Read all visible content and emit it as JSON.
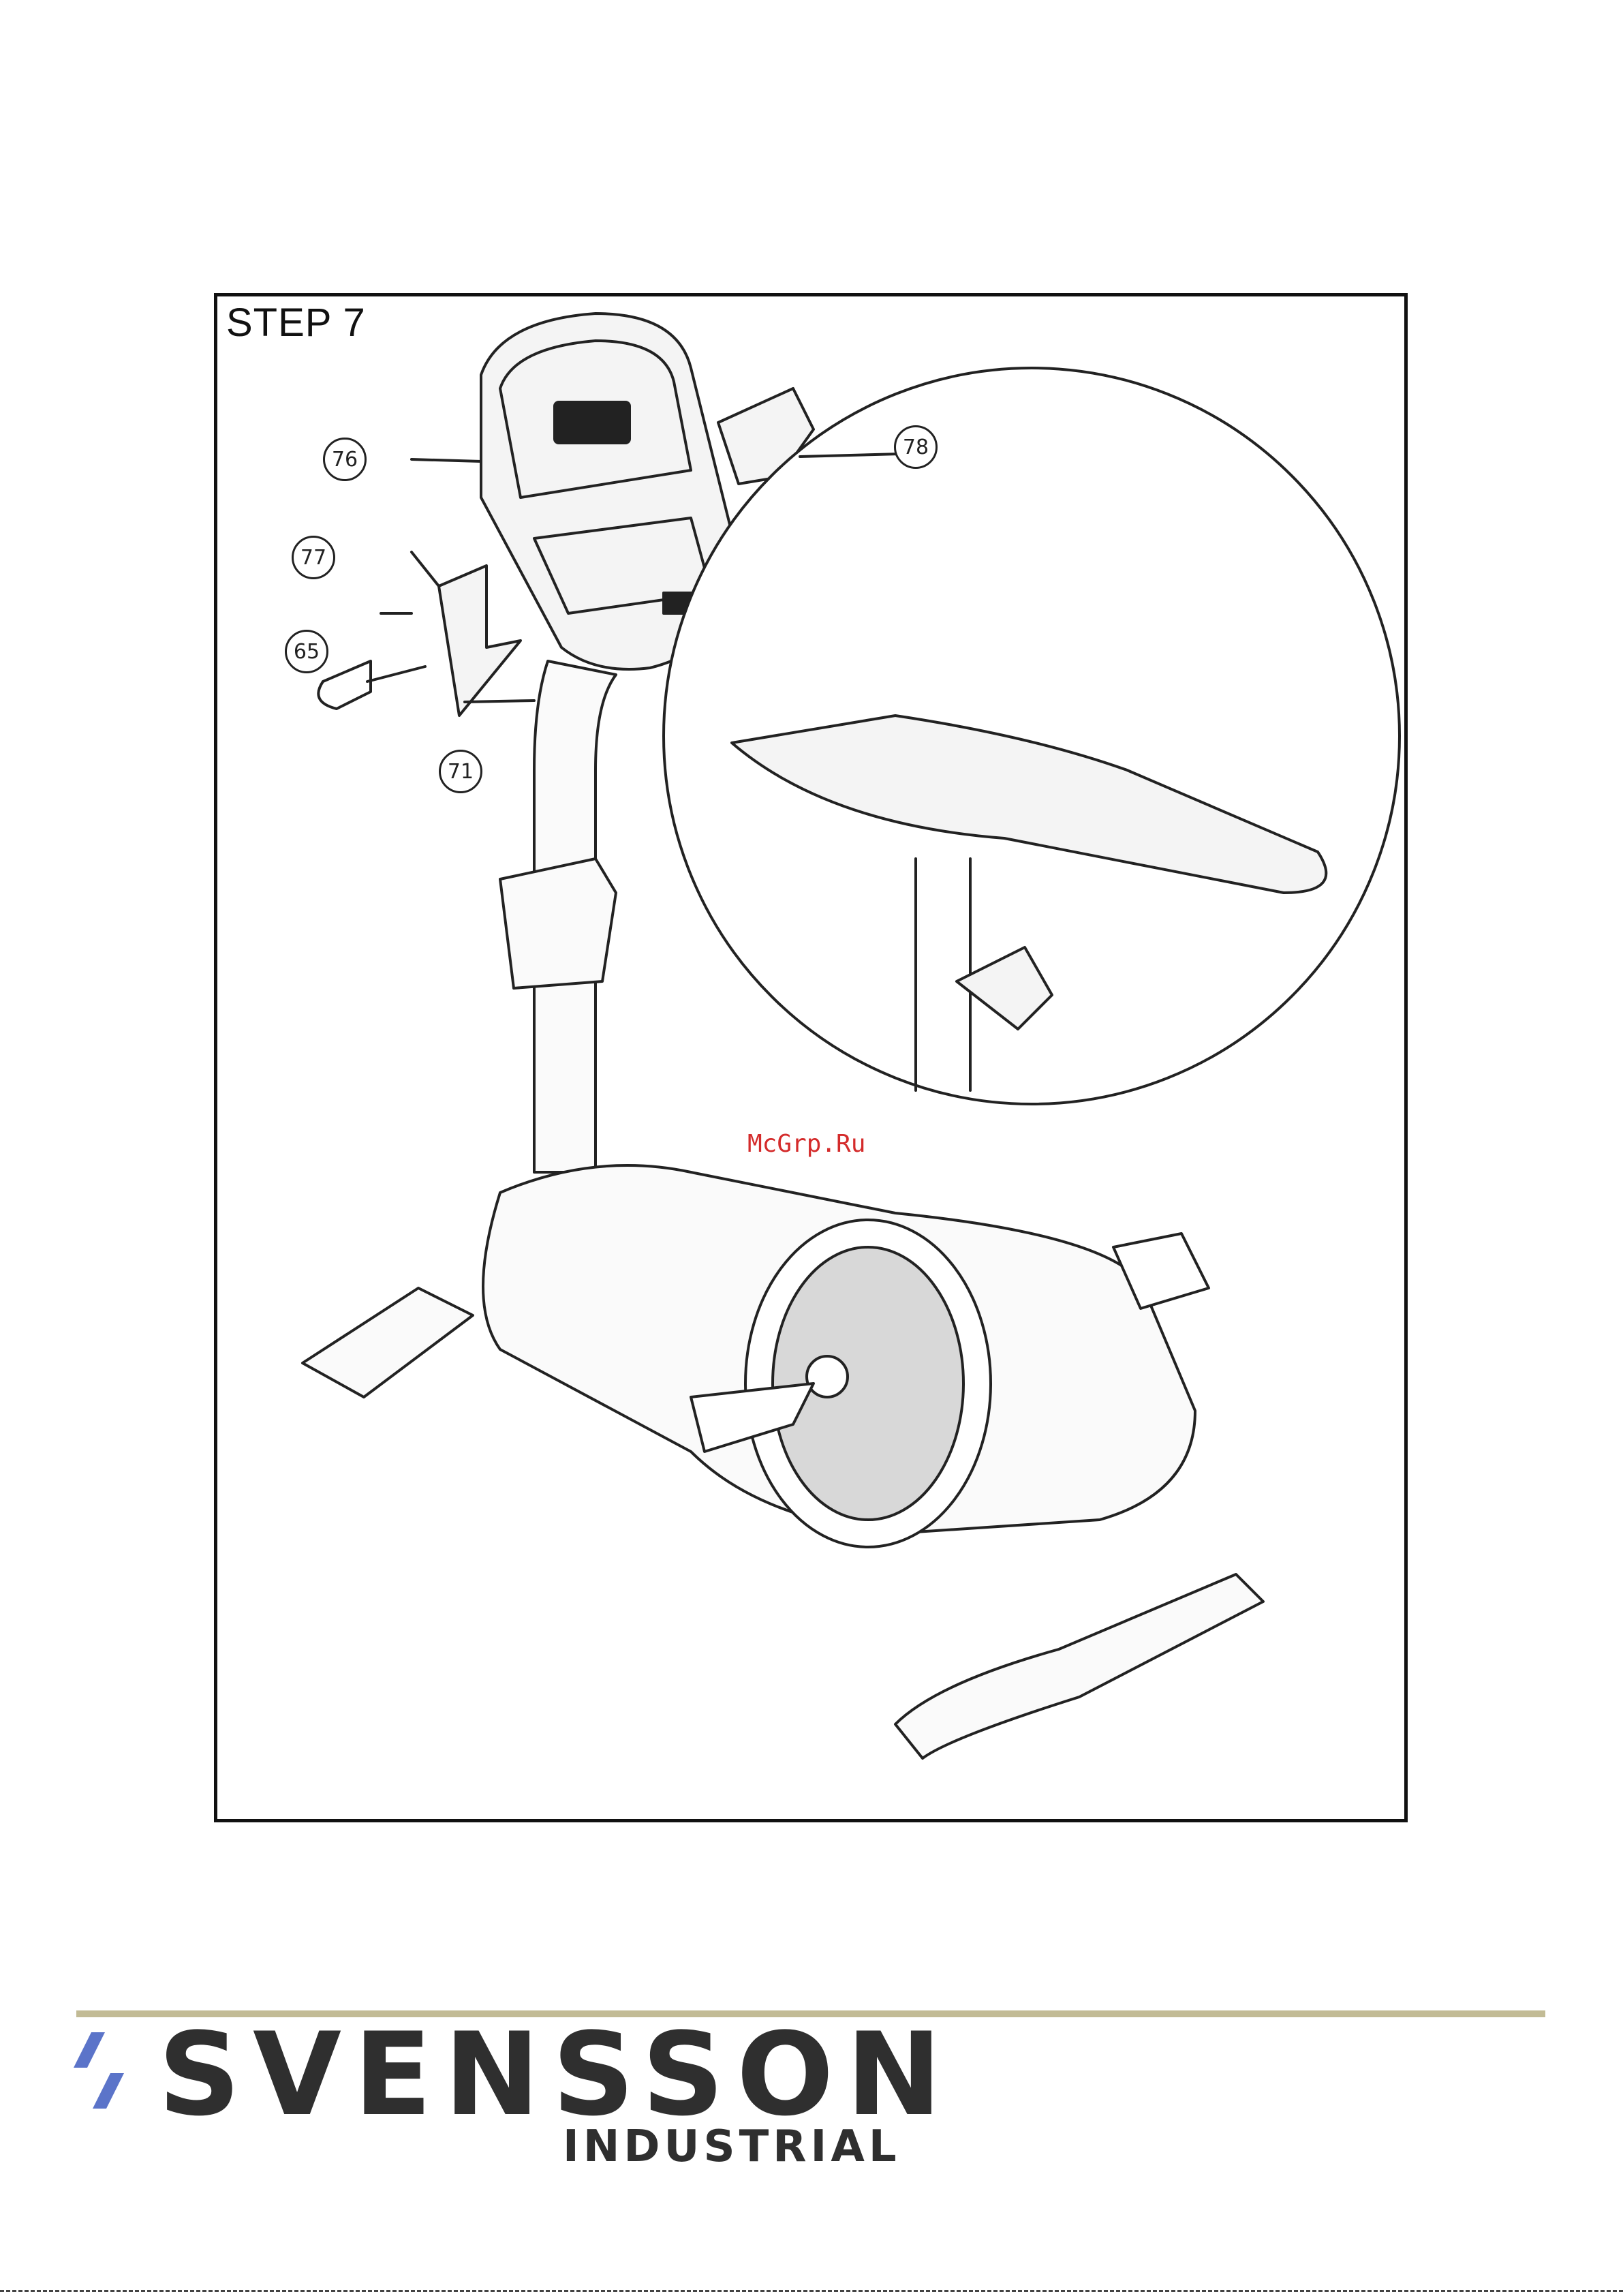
{
  "step": {
    "title": "STEP 7"
  },
  "callouts": [
    "76",
    "77",
    "65",
    "71",
    "78"
  ],
  "watermark": "McGrp.Ru",
  "brand": {
    "name": "SVENSSON",
    "subtitle": "INDUSTRIAL",
    "accent_color": "#5b74c9",
    "rule_color": "#c2bb95"
  },
  "icons": {
    "logo": "svensson-slash-logo-icon",
    "drawing": "exercise-bike-assembly-drawing"
  }
}
